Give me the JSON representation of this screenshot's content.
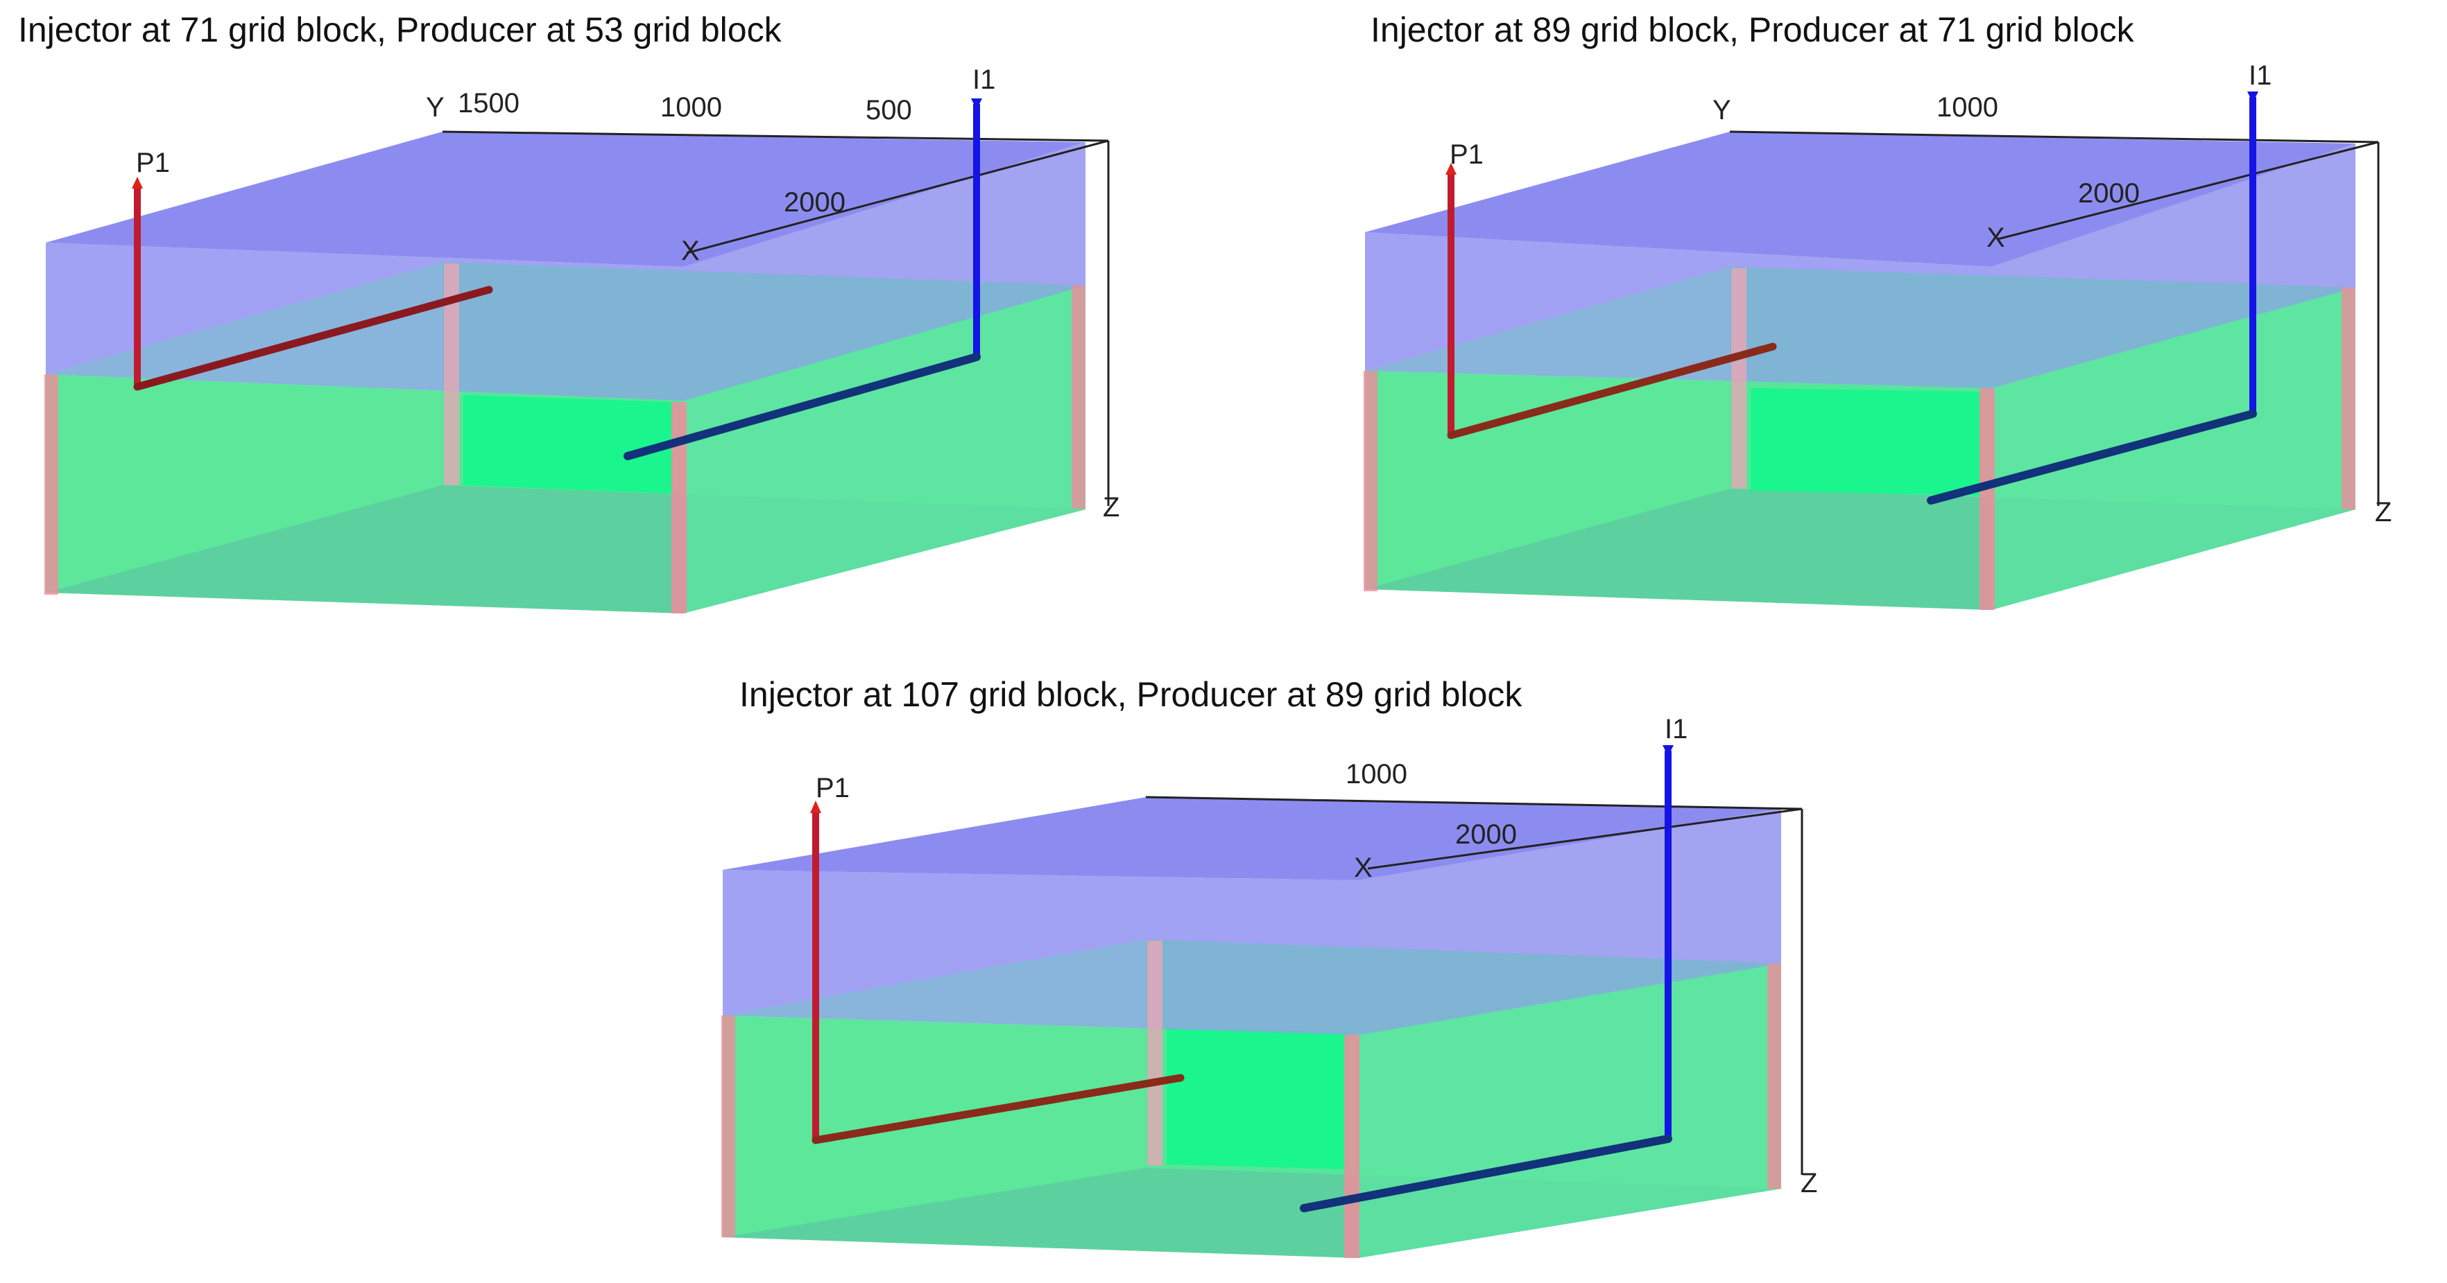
{
  "panels": [
    {
      "title": "Injector at 71 grid block, Producer at 53 grid block",
      "axis_labels": {
        "y": "Y",
        "x": "X",
        "z": "Z"
      },
      "y_ticks": [
        "1500",
        "1000",
        "500"
      ],
      "x_ticks": [
        "2000"
      ],
      "wells": {
        "producer": "P1",
        "injector": "I1"
      }
    },
    {
      "title": "Injector at 89 grid block, Producer at 71 grid block",
      "axis_labels": {
        "y": "Y",
        "x": "X",
        "z": "Z"
      },
      "y_ticks": [
        "1000"
      ],
      "x_ticks": [
        "2000"
      ],
      "wells": {
        "producer": "P1",
        "injector": "I1"
      }
    },
    {
      "title": "Injector at 107 grid block, Producer at 89 grid block",
      "axis_labels": {
        "x": "X",
        "z": "Z"
      },
      "y_ticks": [
        "1000"
      ],
      "x_ticks": [
        "2000"
      ],
      "wells": {
        "producer": "P1",
        "injector": "I1"
      }
    }
  ],
  "colors": {
    "gas_layer": "#7f80ee",
    "water_layer": "#3fe38a",
    "core_block": "#18f58c",
    "edge_pink": "#f08c9c",
    "producer_well": "#e0201a",
    "producer_horizontal": "#8a2a1a",
    "injector_well": "#1414e6",
    "injector_horizontal": "#12327a"
  }
}
